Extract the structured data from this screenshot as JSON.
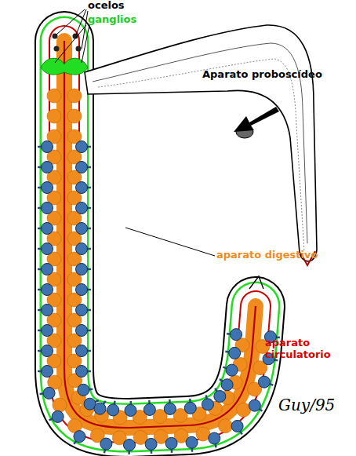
{
  "diagram": {
    "labels": [
      "ocelos",
      "ganglios",
      "Aparato proboscídeo",
      "aparato digestivo",
      "aparato circulatorio",
      "Guy/95"
    ]
  }
}
